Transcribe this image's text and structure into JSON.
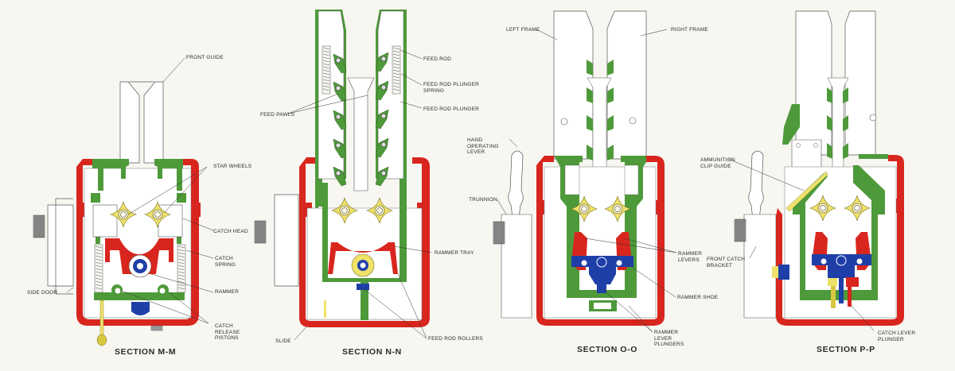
{
  "figure": {
    "colors": {
      "slide_red": "#d8261e",
      "frame_green": "#4e9a3a",
      "star_yellow": "#efe26a",
      "rammer_blue": "#1f3fa8",
      "outline": "#555555",
      "background": "#f7f6f1"
    },
    "sections": [
      {
        "title": "SECTION M-M",
        "labels": {
          "front_guide": "FRONT GUIDE",
          "star_wheels": "STAR WHEELS",
          "catch_head": "CATCH HEAD",
          "catch_spring": "CATCH SPRING",
          "rammer": "RAMMER",
          "side_door": "SIDE DOOR",
          "catch_release_pistons": "CATCH RELEASE PISTONS"
        }
      },
      {
        "title": "SECTION N-N",
        "labels": {
          "feed_rod": "FEED ROD",
          "feed_rod_plunger_spring": "FEED ROD PLUNGER SPRING",
          "feed_rod_plunger": "FEED ROD PLUNGER",
          "feed_pawls": "FEED PAWLS",
          "rammer_tray": "RAMMER TRAY",
          "slide": "SLIDE",
          "feed_rod_rollers": "FEED ROD ROLLERS"
        }
      },
      {
        "title": "SECTION O-O",
        "labels": {
          "left_frame": "LEFT FRAME",
          "right_frame": "RIGHT FRAME",
          "hand_operating_lever": "HAND OPERATING LEVER",
          "trunnion": "TRUNNION",
          "rammer_levers": "RAMMER LEVERS",
          "rammer_shoe": "RAMMER SHOE",
          "rammer_lever_plungers": "RAMMER LEVER PLUNGERS"
        }
      },
      {
        "title": "SECTION P-P",
        "labels": {
          "ammunition_clip_guide": "AMMUNITION CLIP GUIDE",
          "front_catch_bracket": "FRONT CATCH BRACKET",
          "catch_lever_plunger": "CATCH LEVER PLUNGER"
        }
      }
    ]
  }
}
